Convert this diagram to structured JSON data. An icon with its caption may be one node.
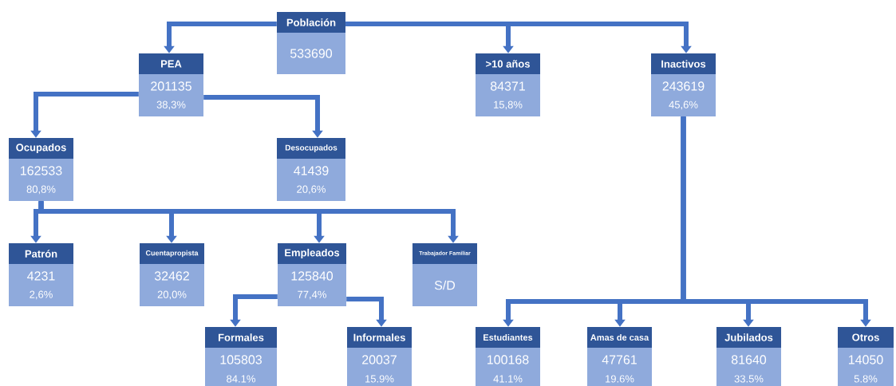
{
  "diagram": {
    "nodes": [
      {
        "text": [
          "Población",
          "533690"
        ]
      },
      {
        "text": [
          "PEA",
          "201135",
          "38,3%"
        ]
      },
      {
        "text": [
          ">10 años",
          "84371",
          "15,8%"
        ]
      },
      {
        "text": [
          "Inactivos",
          "243619",
          "45,6%"
        ]
      },
      {
        "text": [
          "Ocupados",
          "162533",
          "80,8%"
        ]
      },
      {
        "text": [
          "Desocupados",
          "41439",
          "20,6%"
        ]
      },
      {
        "text": [
          "Patrón",
          "4231",
          "2,6%"
        ]
      },
      {
        "text": [
          "Cuentapropista",
          "32462",
          "20,0%"
        ]
      },
      {
        "text": [
          "Empleados",
          "125840",
          "77,4%"
        ]
      },
      {
        "text": [
          "Trabajador Familiar",
          "S/D"
        ]
      },
      {
        "text": [
          "Formales",
          "105803",
          "84.1%"
        ]
      },
      {
        "text": [
          "Informales",
          "20037",
          "15.9%"
        ]
      },
      {
        "text": [
          "Estudiantes",
          "100168",
          "41.1%"
        ]
      },
      {
        "text": [
          "Amas de casa",
          "47761",
          "19.6%"
        ]
      },
      {
        "text": [
          "Jubilados",
          "81640",
          "33.5%"
        ]
      },
      {
        "text": [
          "Otros",
          "14050",
          "5.8%"
        ]
      }
    ],
    "edges": [
      {
        "from": 0,
        "to": 1,
        "arrow": "to"
      },
      {
        "from": 0,
        "to": 2,
        "arrow": "to"
      },
      {
        "from": 0,
        "to": 3,
        "arrow": "to"
      },
      {
        "from": 1,
        "to": 4,
        "arrow": "to"
      },
      {
        "from": 1,
        "to": 5,
        "arrow": "to"
      },
      {
        "from": 4,
        "to": 6,
        "arrow": "to"
      },
      {
        "from": 4,
        "to": 7,
        "arrow": "to"
      },
      {
        "from": 4,
        "to": 8,
        "arrow": "to"
      },
      {
        "from": 4,
        "to": 9,
        "arrow": "to"
      },
      {
        "from": 8,
        "to": 10,
        "arrow": "to"
      },
      {
        "from": 8,
        "to": 11,
        "arrow": "to"
      },
      {
        "from": 3,
        "to": 12,
        "arrow": "to"
      },
      {
        "from": 3,
        "to": 13,
        "arrow": "to"
      },
      {
        "from": 3,
        "to": 14,
        "arrow": "to"
      },
      {
        "from": 3,
        "to": 15,
        "arrow": "to"
      }
    ]
  }
}
